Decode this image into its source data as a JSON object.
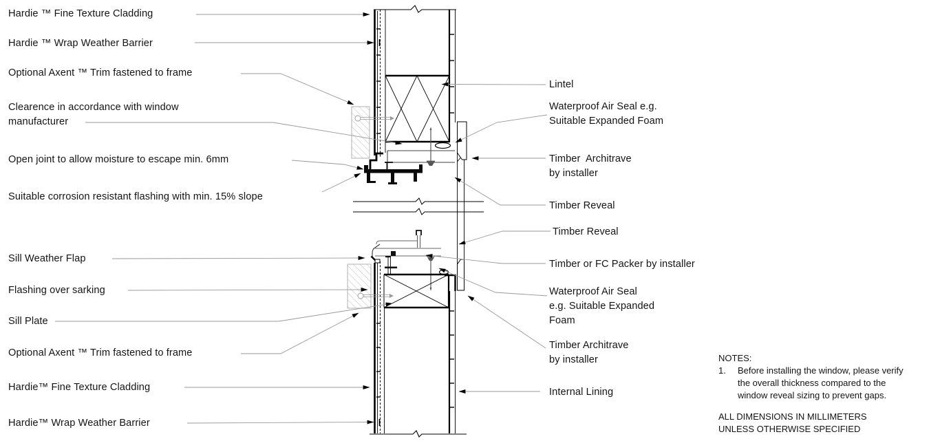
{
  "labels": {
    "left": [
      {
        "text": "Hardie ™ Fine Texture Cladding"
      },
      {
        "text": "Hardie ™ Wrap Weather Barrier"
      },
      {
        "text": "Optional Axent ™ Trim fastened to frame"
      },
      {
        "text": "Clearence in accordance with window\nmanufacturer"
      },
      {
        "text": "Open joint to allow moisture to escape min. 6mm"
      },
      {
        "text": "Suitable corrosion resistant flashing with min. 15% slope"
      },
      {
        "text": "Sill Weather Flap"
      },
      {
        "text": "Flashing over sarking"
      },
      {
        "text": "Sill Plate"
      },
      {
        "text": "Optional Axent ™ Trim fastened to frame"
      },
      {
        "text": "Hardie™ Fine Texture Cladding"
      },
      {
        "text": "Hardie™ Wrap Weather Barrier"
      }
    ],
    "right": [
      {
        "text": "Lintel"
      },
      {
        "text": "Waterproof Air Seal e.g.\nSuitable Expanded Foam"
      },
      {
        "text": "Timber  Architrave\nby installer"
      },
      {
        "text": "Timber Reveal"
      },
      {
        "text": "Timber Reveal"
      },
      {
        "text": "Timber or FC Packer by installer"
      },
      {
        "text": "Waterproof Air Seal\ne.g. Suitable Expanded\nFoam"
      },
      {
        "text": "Timber Architrave\nby installer"
      },
      {
        "text": "Internal Lining"
      }
    ]
  },
  "notes": {
    "heading": "NOTES:",
    "items": [
      {
        "num": "1.",
        "text": "Before installing the window, please verify\nthe overall thickness compared to the\nwindow reveal sizing to prevent gaps."
      }
    ],
    "footer": "ALL DIMENSIONS IN MILLIMETERS\nUNLESS OTHERWISE SPECIFIED"
  },
  "colors": {
    "background": "#ffffff",
    "drawing_line": "#000000",
    "leader_line": "#999999",
    "hatch": "#bbbbbb",
    "fastener": "#8a8a8a"
  }
}
